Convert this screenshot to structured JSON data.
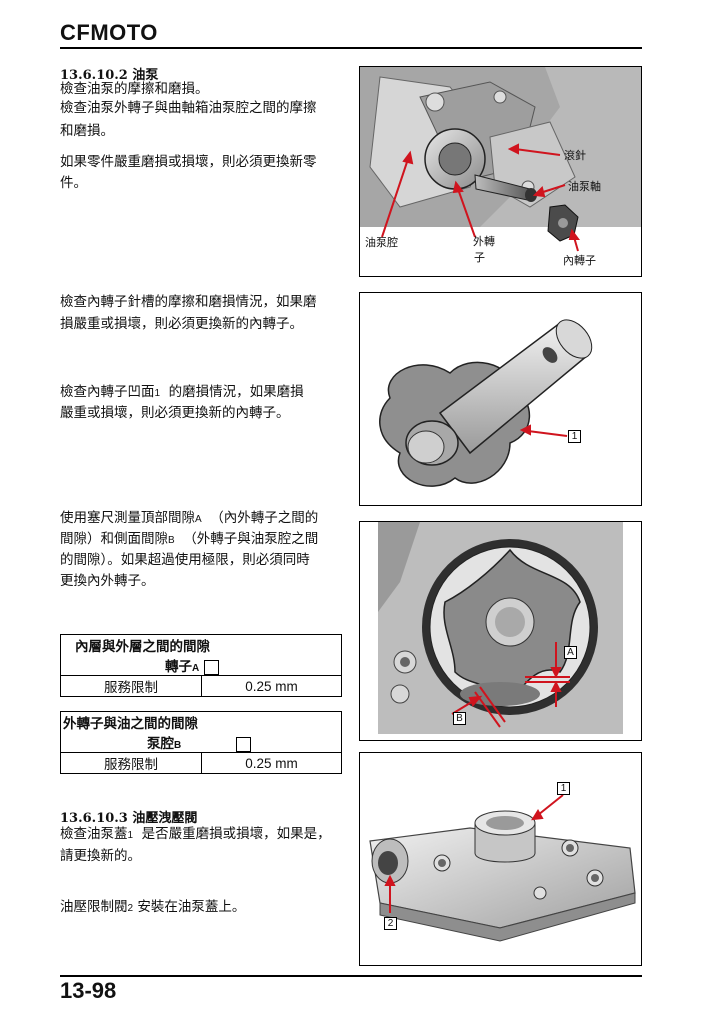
{
  "header": {
    "brand": "CFMOTO"
  },
  "footer": {
    "page_number": "13-98"
  },
  "section_oil_pump": {
    "heading": "13.6.10.2 油泵",
    "lines": [
      "檢查油泵的摩擦和磨損。",
      "檢查油泵外轉子與曲軸箱油泵腔之間的摩擦",
      "和磨損。"
    ],
    "replace_lines": [
      "如果零件嚴重磨損或損壞，則必須更換新零",
      "件。"
    ]
  },
  "figure1_labels": {
    "pin": "滾針",
    "shaft": "油泵軸",
    "cavity": "油泵腔",
    "outer_rotor_1": "外轉",
    "outer_rotor_2": "子",
    "inner_rotor": "內轉子"
  },
  "para_inner_groove": [
    "檢查內轉子針槽的摩擦和磨損情況，如果磨",
    "損嚴重或損壞，則必須更換新的內轉子。"
  ],
  "para_inner_face": {
    "line1_a": "檢查內轉子凹面",
    "line1_sub": "1",
    "line1_b": "的磨損情況，如果磨損",
    "line2": "嚴重或損壞，則必須更換新的內轉子。"
  },
  "figure2_labels": {
    "callout": "1"
  },
  "para_clearance": {
    "l1_a": "使用塞尺測量頂部間隙",
    "l1_sub": "A",
    "l1_b": "（內外轉子之間的",
    "l2_a": "間隙）和側面間隙",
    "l2_sub": "B",
    "l2_b": "（外轉子與油泵腔之間",
    "l3": "的間隙）。如果超過使用極限，則必須同時",
    "l4": "更換內外轉子。"
  },
  "figure3_labels": {
    "a": "A",
    "b": "B"
  },
  "table1": {
    "title": "內層與外層之間的間隙",
    "subtitle": "轉子",
    "subtitle_sub": "A",
    "row_label": "服務限制",
    "row_value": "0.25 mm"
  },
  "table2": {
    "title": "外轉子與油之間的間隙",
    "subtitle": "泵腔",
    "subtitle_sub": "B",
    "row_label": "服務限制",
    "row_value": "0.25 mm"
  },
  "section_relief": {
    "heading": "13.6.10.3 油壓洩壓閥",
    "l1_a": "檢查油泵蓋",
    "l1_sub": "1",
    "l1_b": "是否嚴重磨損或損壞，如果是，",
    "l2": "請更換新的。",
    "l3_a": "油壓限制閥",
    "l3_sub": "2",
    "l3_b": "安裝在油泵蓋上。"
  },
  "figure4_labels": {
    "c1": "1",
    "c2": "2"
  },
  "colors": {
    "accent_arrow": "#d0141e"
  }
}
